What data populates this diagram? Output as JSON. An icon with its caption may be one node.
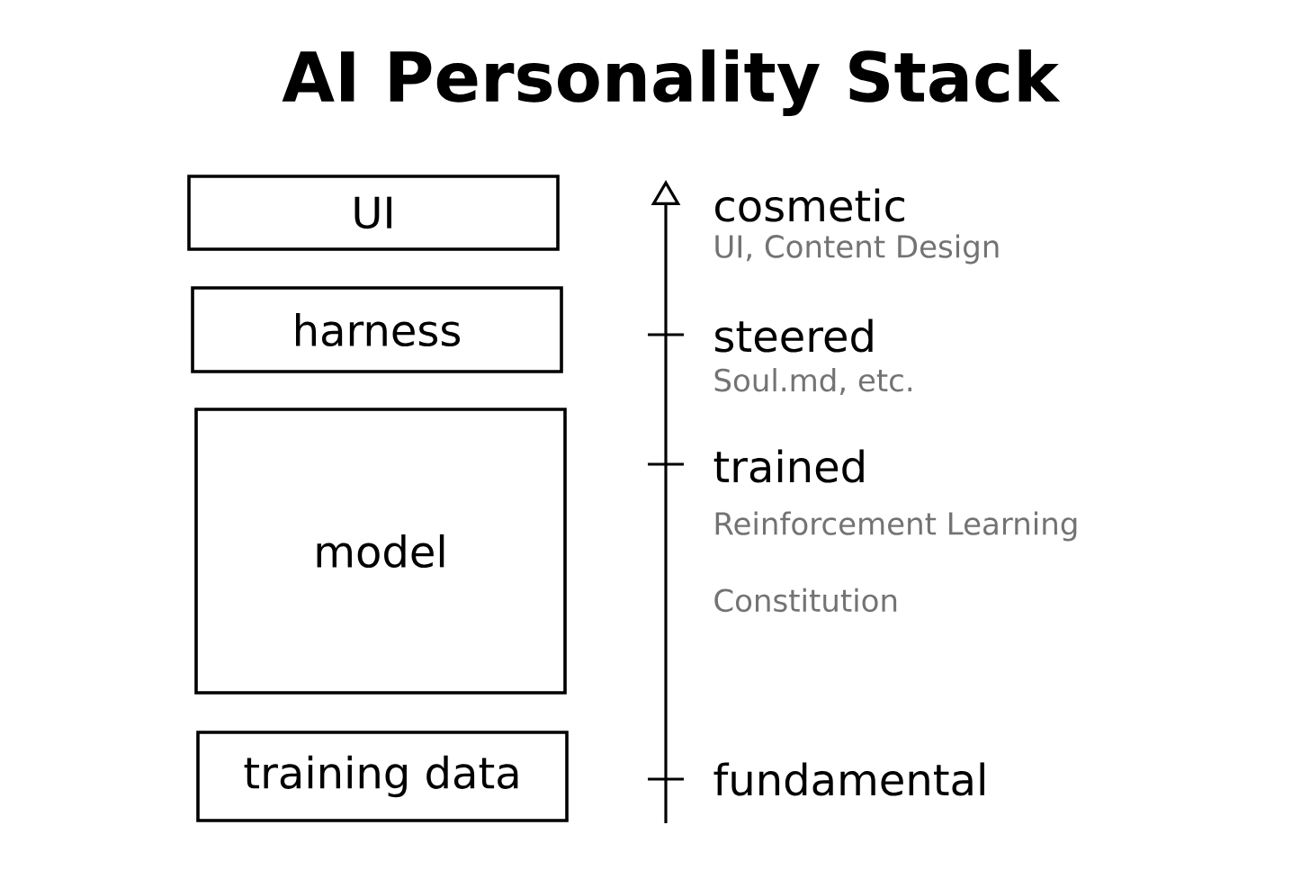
{
  "diagram": {
    "title": "AI Personality Stack",
    "nodes": [
      {
        "text": [
          "UI"
        ]
      },
      {
        "text": [
          "harness"
        ]
      },
      {
        "text": [
          "model"
        ]
      },
      {
        "text": [
          "training data"
        ]
      }
    ],
    "labels": [
      "cosmetic",
      "UI, Content Design",
      "steered",
      "Soul.md, etc.",
      "trained",
      "Reinforcement Learning",
      "Constitution",
      "fundamental"
    ]
  }
}
